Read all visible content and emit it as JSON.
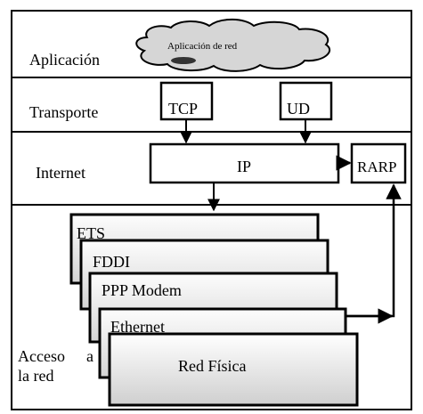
{
  "layers": {
    "application": "Aplicación",
    "transport": "Transporte",
    "internet": "Internet",
    "network_access_line1": "Acceso",
    "network_access_line1_suffix": "a",
    "network_access_line2": "la red"
  },
  "nodes": {
    "cloud": "Aplicación de red",
    "tcp": "TCP",
    "udp": "UD",
    "ip": "IP",
    "rarp": "RARP",
    "stack": [
      "ETS",
      "FDDI",
      "PPP Modem",
      "Ethernet",
      "Red Física"
    ]
  },
  "colors": {
    "line": "#000000",
    "cloud_fill": "#d6d6d6",
    "box_fill": "#ffffff",
    "stack_gradient_light": "#fdfdfd",
    "stack_gradient_dark": "#d4d4d4"
  }
}
